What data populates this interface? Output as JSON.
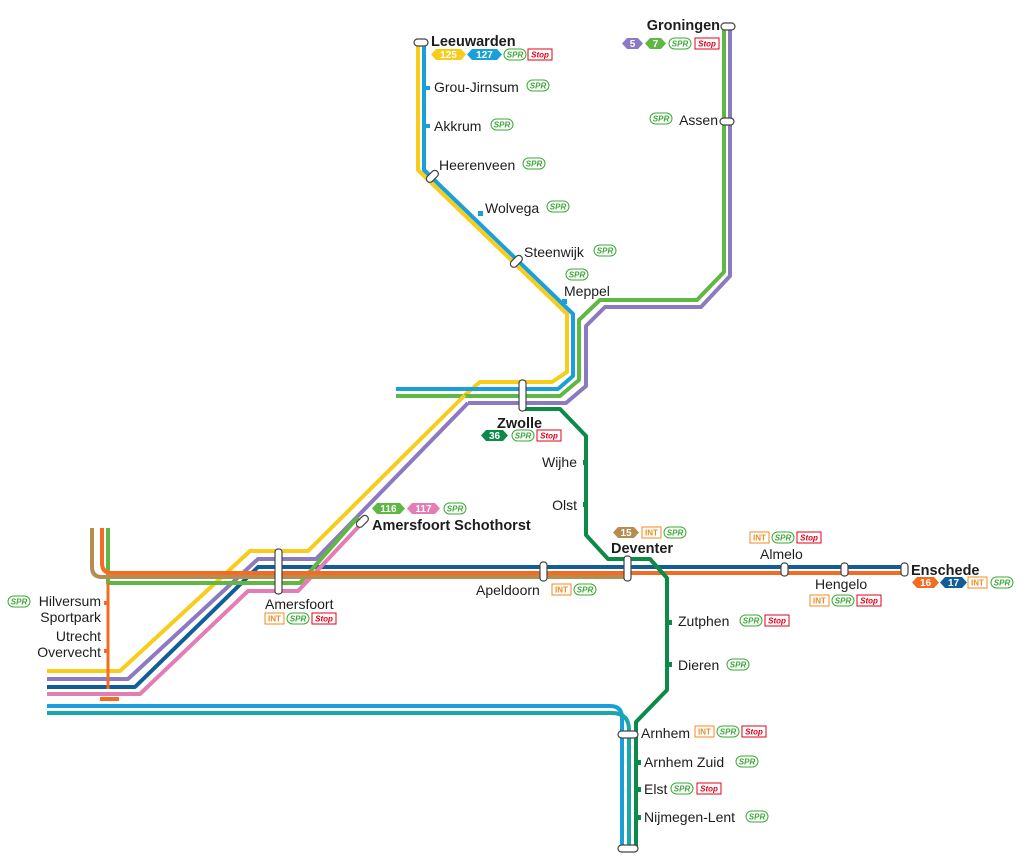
{
  "map": {
    "colors": {
      "yellow": "#f7cc1a",
      "blue": "#19a0d8",
      "green": "#5fb843",
      "purple": "#8c7ac0",
      "pink": "#e47cb6",
      "dark_green": "#0e8a48",
      "brown": "#b68c50",
      "orange": "#f36c21",
      "navy": "#115d97",
      "teal": "#1aa7ab",
      "spr_green": "#3aa935",
      "stop_red": "#e2001a",
      "int_orange": "#f08a22"
    },
    "stations": {
      "leeuwarden": "Leeuwarden",
      "grou": "Grou-Jirnsum",
      "akkrum": "Akkrum",
      "heerenveen": "Heerenveen",
      "wolvega": "Wolvega",
      "steenwijk": "Steenwijk",
      "meppel": "Meppel",
      "groningen": "Groningen",
      "assen": "Assen",
      "zwolle": "Zwolle",
      "wijhe": "Wijhe",
      "olst": "Olst",
      "deventer": "Deventer",
      "amersfoort_schothorst": "Amersfoort Schothorst",
      "amersfoort": "Amersfoort",
      "apeldoorn": "Apeldoorn",
      "almelo": "Almelo",
      "hengelo": "Hengelo",
      "enschede": "Enschede",
      "hilversum": "Hilversum",
      "hilversum2": "Sportpark",
      "utrecht": "Utrecht",
      "utrecht2": "Overvecht",
      "zutphen": "Zutphen",
      "dieren": "Dieren",
      "arnhem": "Arnhem",
      "arnhem_zuid": "Arnhem Zuid",
      "elst": "Elst",
      "nijmegen_lent": "Nijmegen-Lent"
    },
    "routes": {
      "r125": "125",
      "r127": "127",
      "r5": "5",
      "r7": "7",
      "r36": "36",
      "r116": "116",
      "r117": "117",
      "r15": "15",
      "r16": "16",
      "r17": "17"
    },
    "badges": {
      "spr": "SPR",
      "stop": "Stop",
      "int": "INT"
    }
  }
}
